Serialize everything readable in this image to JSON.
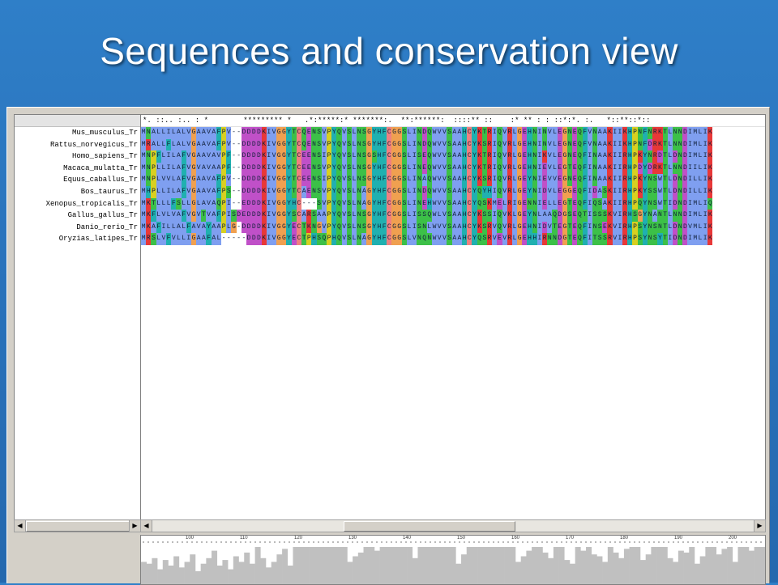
{
  "slide": {
    "title": "Sequences and conservation view"
  },
  "conservation_line": "*. ::.. :.. : *        ********* *   .*:*****:* *******:.  **:******:  ::::** ::    :* ** : : ::*:*. :.   *::**::*::",
  "sequences": [
    {
      "name": "Mus_musculus_Tr",
      "seq": "MNALLILALVGAAVAFPV--DDDDKIVGGYTCQENSVPYQVSLNSGYHFCGGSLINDQWVVSAAHCYKTRIQVRLGEHNINVLEGNEQFVNAAKIIKHPNFNRKTLNNDIMLIK"
    },
    {
      "name": "Rattus_norvegicus_Tr",
      "seq": "MRALLFLALVGAAVAFPV--DDDDKIVGGYTCQENSVPYQVSLNSGYHFCGGSLINDQWVVSAAHCYKSRIQVRLGEHNINVLEGNEQFVNAAKIIKHPNFDRKTLNNDIMLIK"
    },
    {
      "name": "Homo_sapiens_Tr",
      "seq": "MNPFLILAFVGAAVAVPF--DDDDKIVGGYTCEENSIPYQVSLNSGSHFCGGSLISEQWVVSAAHCYKTRIQVRLGEHNIKVLEGNEQFINAAKIIRHPKYNRDTLDNDIMLIK"
    },
    {
      "name": "Macaca_mulatta_Tr",
      "seq": "MNPLLILAFVGVAVAAPF--DDDDKIVGGYTCEENSVPYQVSLNSGYHFCGGSLINEQWVVSAAHCYKTRIQVRLGEHNIEVLEGTEQFINAAKIIRHPDYDRKTLNNDIILIK"
    },
    {
      "name": "Equus_caballus_Tr",
      "seq": "MNPLVVLAFVGAAVAFPV--DDDDKIVGGYTCEENSIPYQVSLNSGYHFCGGSLINAQWVVSAAHCYKSRIQVRLGEYNIEVVEGNEQFINAAKIIRHPKYNSWTLDNDILLIK"
    },
    {
      "name": "Bos_taurus_Tr",
      "seq": "MHPLLILAFVGAAVAFPS--DDDDKIVGGYTCAENSVPYQVSLNAGYHFCGGSLINDQWVVSAAHCYQYHIQVRLGEYNIDVLEGGEQFIDASKIIRHPKYSSWTLDNDILLIK"
    },
    {
      "name": "Xenopus_tropicalis_Tr",
      "seq": "MKTLLLFSLLGLAVAQPI--EDDDKIVGGYHC---SVPYQVSLNAGYHFCGGSLINEHWVVSAAHCYQSKMELRIGENNIELLEGTEQFIQSAKIIRHPQYNSWTIDNDIMLIQ"
    },
    {
      "name": "Gallus_gallus_Tr",
      "seq": "MKFLVLVAFVGVTVAFPISDEDDDKIVGGYSCARSAAPYQVSLNSGYHFCGGSLISSQWLVSAAHCYKSSIQVKLGEYNLAAQDGSEQTISSSKVIRHSGYNANTLNNDIMLIK"
    },
    {
      "name": "Danio_rerio_Tr",
      "seq": "MKAFILLALFAVAYAAPLG-DDDDKIVGGYECTKNGVPYQVSLNSGYHFCGGSLISNLWVVSAAHCYKSRVQVRLGEHNIDVTEGTEQFINSEKVIRHPSYNSNTLDNDVMLIK"
    },
    {
      "name": "Oryzias_latipes_Tr",
      "seq": "MRSLVFVLLIGAAFAL-----DDDKIVGGYECTPHSQPHQVSLNAGYHFCGGSLVNQNWVVSAAHCYQSRVEVRLGEHHIRNNDGTEQFITSSRVIRHPSYNSYTIDNDIMLIK"
    }
  ],
  "ruler": {
    "labels": [
      "100",
      "110",
      "120",
      "130",
      "140",
      "150",
      "160",
      "170",
      "180",
      "190",
      "200"
    ]
  },
  "conservation_hist": [
    60,
    55,
    70,
    40,
    65,
    50,
    75,
    45,
    60,
    80,
    35,
    55,
    70,
    90,
    50,
    65,
    40,
    75,
    60,
    85,
    55,
    100,
    70,
    45,
    60,
    80,
    95,
    50,
    100,
    100,
    100,
    100,
    100,
    100,
    100,
    100,
    100,
    100,
    60,
    75,
    85,
    100,
    100,
    90,
    100,
    100,
    100,
    100,
    100,
    100,
    70,
    100,
    100,
    100,
    100,
    100,
    100,
    100,
    55,
    80,
    100,
    100,
    100,
    100,
    100,
    100,
    100,
    100,
    100,
    60,
    75,
    90,
    100,
    100,
    85,
    70,
    100,
    100,
    65,
    55,
    100,
    90,
    100,
    80,
    75,
    60,
    100,
    85,
    70,
    95,
    100,
    100,
    65,
    80,
    100,
    100,
    100,
    70,
    60,
    90,
    85,
    100,
    55,
    75,
    100,
    100,
    80,
    95,
    100,
    60,
    100,
    100,
    90,
    100,
    100
  ],
  "colors": {
    "hydrophobic": "#7f9ff0",
    "negative": "#c050c8",
    "positive": "#e83838",
    "polar": "#3cc048",
    "cys": "#f08080",
    "gly": "#f0a050",
    "pro": "#d8d020",
    "aromatic": "#20b0b0",
    "gap": "#ffffff"
  }
}
